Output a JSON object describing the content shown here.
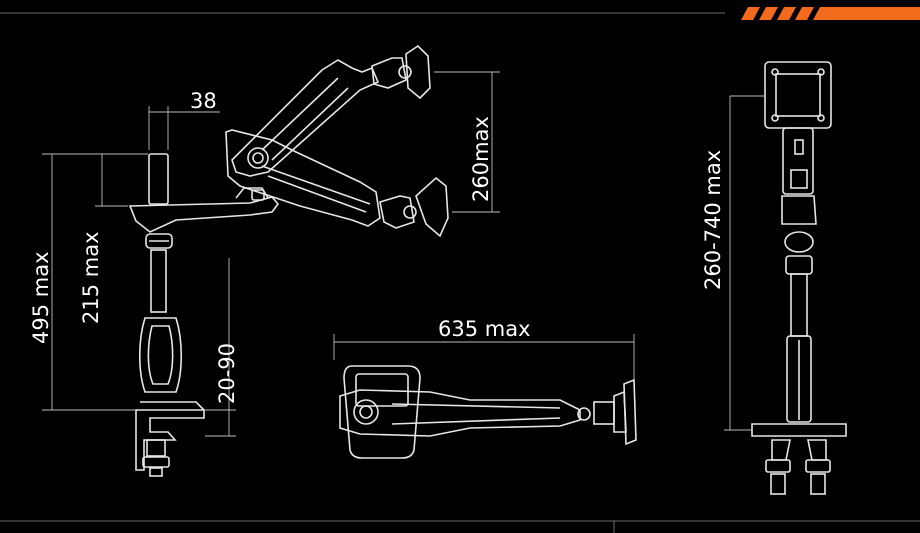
{
  "accent_color": "#F26B1D",
  "line_color": "#E6E6E6",
  "background": "#000000",
  "dimensions": {
    "pole_width": "38",
    "total_height": "495 max",
    "pole_height": "215 max",
    "clamp_range": "20-90",
    "arm_vertical": "260max",
    "reach": "635 max",
    "side_height": "260-740 max"
  }
}
